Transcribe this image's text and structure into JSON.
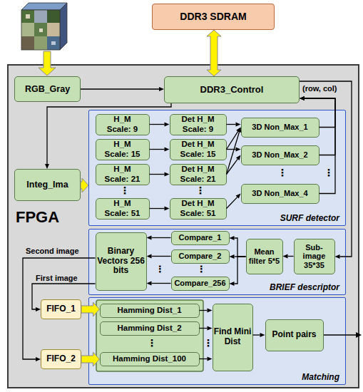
{
  "diagram": {
    "nodes": [
      {
        "text": [
          "DDR3 SDRAM"
        ]
      },
      {
        "text": [
          "FPGA"
        ]
      },
      {
        "text": [
          "RGB_Gray"
        ],
        "in": 1
      },
      {
        "text": [
          "DDR3_Control"
        ],
        "in": 1
      },
      {
        "text": [
          "Integ_Ima"
        ],
        "in": 1
      },
      {
        "text": [
          "SURF detector"
        ],
        "in": 1
      },
      {
        "text": [
          "H_M",
          "Scale: 9"
        ],
        "in": 5
      },
      {
        "text": [
          "H_M",
          "Scale: 15"
        ],
        "in": 5
      },
      {
        "text": [
          "H_M",
          "Scale: 21"
        ],
        "in": 5
      },
      {
        "text": [
          "H_M",
          "Scale: 51"
        ],
        "in": 5
      },
      {
        "text": [
          "Det H_M",
          "Scale: 9"
        ],
        "in": 5
      },
      {
        "text": [
          "Det H_M",
          "Scale: 15"
        ],
        "in": 5
      },
      {
        "text": [
          "Det H_M",
          "Scale: 21"
        ],
        "in": 5
      },
      {
        "text": [
          "Det H_M",
          "Scale: 51"
        ],
        "in": 5
      },
      {
        "text": [
          "3D Non_Max_1"
        ],
        "in": 5
      },
      {
        "text": [
          "3D Non_Max_2"
        ],
        "in": 5
      },
      {
        "text": [
          "3D Non_Max_4"
        ],
        "in": 5
      },
      {
        "text": [
          "BRIEF descriptor"
        ],
        "in": 1
      },
      {
        "text": [
          "Binary Vectors 256 bits"
        ],
        "in": 17
      },
      {
        "text": [
          "Compare_1"
        ],
        "in": 17
      },
      {
        "text": [
          "Compare_2"
        ],
        "in": 17
      },
      {
        "text": [
          "Compare_256"
        ],
        "in": 17
      },
      {
        "text": [
          "Mean filter 5*5"
        ],
        "in": 17
      },
      {
        "text": [
          "Sub-image 35*35"
        ],
        "in": 17
      },
      {
        "text": [
          "Matching"
        ],
        "in": 1
      },
      {
        "text": [
          "FIFO_1"
        ],
        "in": 1
      },
      {
        "text": [
          "FIFO_2"
        ],
        "in": 1
      },
      {
        "text": [
          "Hamming Dist_1"
        ],
        "in": 24
      },
      {
        "text": [
          "Hamming Dist_2"
        ],
        "in": 24
      },
      {
        "text": [
          "Hamming Dist_100"
        ],
        "in": 24
      },
      {
        "text": [
          "Find Mini Dist"
        ],
        "in": 24
      },
      {
        "text": [
          "Point pairs"
        ],
        "in": 24
      }
    ],
    "edges": [
      {
        "from": 2,
        "to": 3,
        "arrow": "to"
      },
      {
        "from": 3,
        "to": 0,
        "arrow": "both"
      },
      {
        "from": 3,
        "to": 4,
        "arrow": "to"
      },
      {
        "from": 3,
        "to": 23,
        "arrow": "to"
      },
      {
        "from": 14,
        "to": 3,
        "arrow": "to"
      },
      {
        "from": 15,
        "to": 3,
        "arrow": "to"
      },
      {
        "from": 16,
        "to": 3,
        "arrow": "to"
      },
      {
        "from": 4,
        "to": 5,
        "arrow": "to"
      },
      {
        "from": 6,
        "to": 10,
        "arrow": "to"
      },
      {
        "from": 7,
        "to": 11,
        "arrow": "to"
      },
      {
        "from": 8,
        "to": 12,
        "arrow": "to"
      },
      {
        "from": 9,
        "to": 13,
        "arrow": "to"
      },
      {
        "from": 10,
        "to": 14,
        "arrow": "to"
      },
      {
        "from": 11,
        "to": 14,
        "arrow": "to"
      },
      {
        "from": 11,
        "to": 15,
        "arrow": "to"
      },
      {
        "from": 12,
        "to": 14,
        "arrow": "to"
      },
      {
        "from": 12,
        "to": 15,
        "arrow": "to"
      },
      {
        "from": 13,
        "to": 16,
        "arrow": "to"
      },
      {
        "from": 23,
        "to": 22,
        "arrow": "to"
      },
      {
        "from": 22,
        "to": 19,
        "arrow": "to"
      },
      {
        "from": 22,
        "to": 20,
        "arrow": "to"
      },
      {
        "from": 22,
        "to": 21,
        "arrow": "to"
      },
      {
        "from": 19,
        "to": 18,
        "arrow": "to"
      },
      {
        "from": 20,
        "to": 18,
        "arrow": "to"
      },
      {
        "from": 21,
        "to": 18,
        "arrow": "to"
      },
      {
        "from": 18,
        "to": 26,
        "arrow": "to"
      },
      {
        "from": 18,
        "to": 25,
        "arrow": "to"
      },
      {
        "from": 25,
        "to": 27,
        "arrow": "to"
      },
      {
        "from": 26,
        "to": 29,
        "arrow": "to"
      },
      {
        "from": 27,
        "to": 30,
        "arrow": "to"
      },
      {
        "from": 28,
        "to": 30,
        "arrow": "to"
      },
      {
        "from": 29,
        "to": 30,
        "arrow": "to"
      },
      {
        "from": 30,
        "to": 31,
        "arrow": "to"
      }
    ],
    "labels": [
      "(row, col)",
      "Second image",
      "First image",
      "⋮",
      "⋮",
      "⋮",
      "⋮",
      "⋮",
      "⋮",
      "⋮",
      "⋮"
    ]
  }
}
